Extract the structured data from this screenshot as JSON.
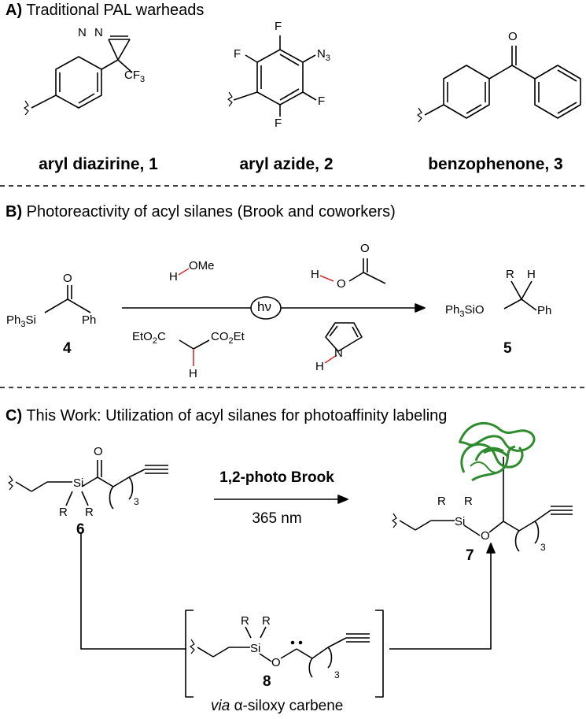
{
  "sections": {
    "a": {
      "letter": "A)",
      "title": "Traditional PAL warheads"
    },
    "b": {
      "letter": "B)",
      "title": "Photoreactivity of acyl silanes (Brook and coworkers)"
    },
    "c": {
      "letter": "C)",
      "title": "This Work: Utilization of acyl silanes for photoaffinity labeling"
    }
  },
  "panel_a": {
    "captions": [
      "aryl diazirine, 1",
      "aryl azide, 2",
      "benzophenone, 3"
    ],
    "atoms": {
      "n": "N",
      "cf3": "CF",
      "cf3_sub": "3",
      "f": "F",
      "n3": "N",
      "n3_sub": "3",
      "o": "O"
    }
  },
  "panel_b": {
    "reactant_left": "Ph",
    "reactant_left_sub": "3",
    "reactant_si": "Si",
    "reactant_ph": "Ph",
    "reactant_o": "O",
    "num4": "4",
    "num5": "5",
    "hv": "hν",
    "meoh_h": "H",
    "meoh_ome": "OMe",
    "acid_h": "H",
    "acid_o1": "O",
    "acid_o2": "O",
    "malonate_left": "EtO",
    "malonate_left_sub": "2",
    "malonate_left_c": "C",
    "malonate_right": "CO",
    "malonate_right_sub": "2",
    "malonate_right_et": "Et",
    "malonate_h": "H",
    "pyrrole_h": "H",
    "pyrrole_n": "N",
    "product_r": "R",
    "product_h": "H",
    "product_ph3": "Ph",
    "product_ph3_sub": "3",
    "product_sio": "SiO",
    "product_ph": "Ph"
  },
  "panel_c": {
    "num6": "6",
    "num7": "7",
    "num8": "8",
    "arrow_top": "1,2-photo Brook",
    "arrow_bottom": "365 nm",
    "si": "Si",
    "r": "R",
    "o": "O",
    "sub3": "3",
    "via_italic": "via",
    "via_rest": " α-siloxy carbene"
  },
  "colors": {
    "red_bond": "#d03030",
    "protein": "#2e8b2e"
  }
}
